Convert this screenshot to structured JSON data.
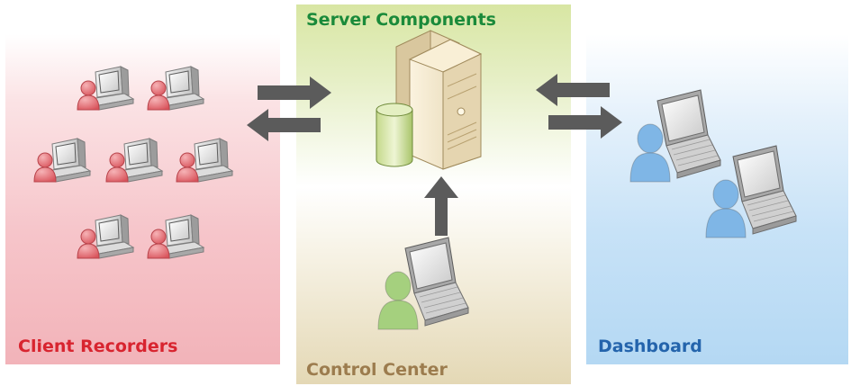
{
  "labels": {
    "client_recorders": "Client Recorders",
    "server_components": "Server Components",
    "control_center": "Control Center",
    "dashboard": "Dashboard"
  },
  "colors": {
    "client_label": "#d8242f",
    "server_label": "#1a8a3a",
    "control_label": "#9c7c4e",
    "dashboard_label": "#2464ac",
    "arrow": "#5b5b5b",
    "client_person": "#e5757b",
    "server_person": "#8fc06a",
    "dashboard_person": "#6aa8dc"
  },
  "icons": {
    "client_computers": "user-desktop-computer-icon",
    "server": "server-tower-database-icon",
    "control_center": "user-laptop-icon",
    "dashboard": "user-laptop-icon"
  }
}
